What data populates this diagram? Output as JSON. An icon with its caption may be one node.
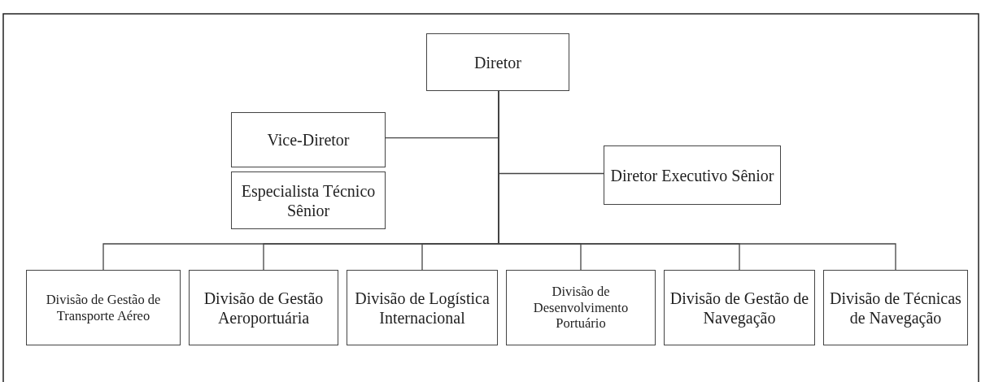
{
  "diagram": {
    "nodes": [
      {
        "text": [
          "Diretor"
        ]
      },
      {
        "text": [
          "Vice-Diretor"
        ]
      },
      {
        "text": [
          "Diretor Executivo Sênior"
        ]
      },
      {
        "text": [
          "Especialista Técnico Sênior"
        ]
      },
      {
        "text": [
          "Divisão de Gestão de Transporte Aéreo"
        ]
      },
      {
        "text": [
          "Divisão de Gestão Aeroportuária"
        ]
      },
      {
        "text": [
          "Divisão de Logística Internacional"
        ]
      },
      {
        "text": [
          "Divisão de Desenvolvimento Portuário"
        ]
      },
      {
        "text": [
          "Divisão de Gestão de Navegação"
        ]
      },
      {
        "text": [
          "Divisão de Técnicas de Navegação"
        ]
      }
    ],
    "edges": [
      {
        "from": 0,
        "to": 1,
        "arrow": "none"
      },
      {
        "from": 0,
        "to": 2,
        "arrow": "none"
      },
      {
        "from": 0,
        "to": 4,
        "arrow": "none"
      },
      {
        "from": 0,
        "to": 5,
        "arrow": "none"
      },
      {
        "from": 0,
        "to": 6,
        "arrow": "none"
      },
      {
        "from": 0,
        "to": 7,
        "arrow": "none"
      },
      {
        "from": 0,
        "to": 8,
        "arrow": "none"
      },
      {
        "from": 0,
        "to": 9,
        "arrow": "none"
      }
    ]
  }
}
